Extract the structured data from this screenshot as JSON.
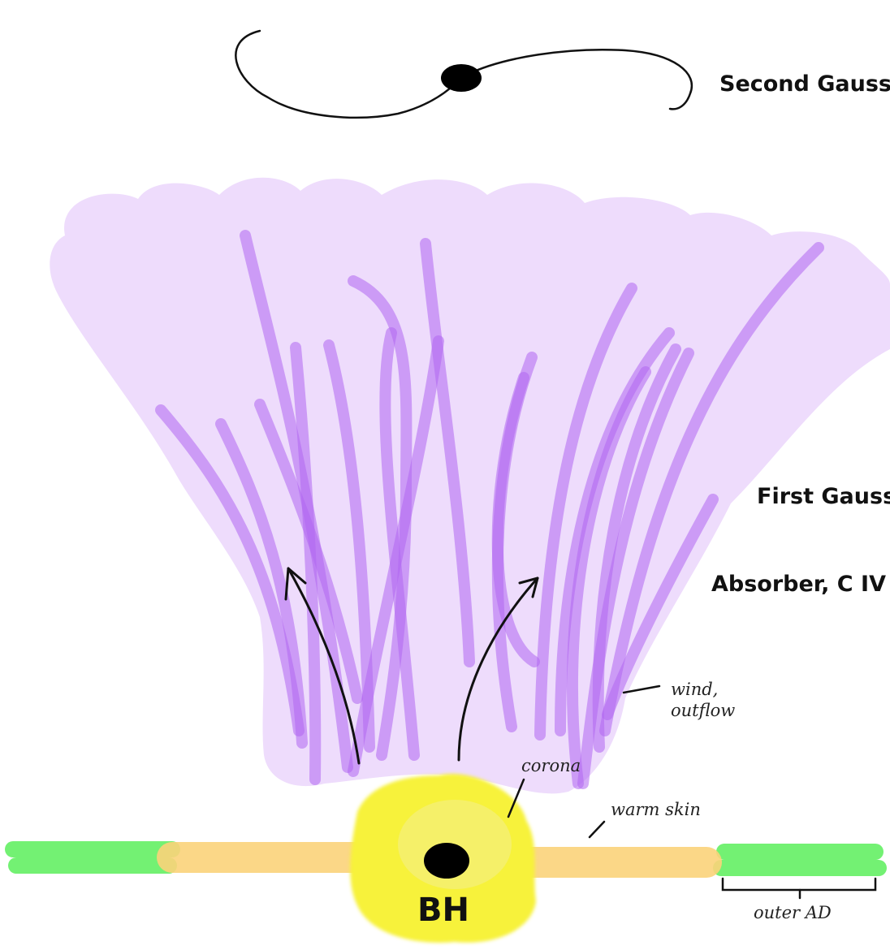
{
  "labels": {
    "second_gauss": "Second Gauss",
    "first_gauss": "First Gauss",
    "absorber": "Absorber, C IV",
    "wind_line1": "wind,",
    "wind_line2": "outflow",
    "corona": "corona",
    "warm_skin": "warm skin",
    "black_hole": "BH",
    "outer_ad": "outer AD"
  },
  "colors": {
    "cloud": "#eedcfc",
    "streamline": "#b066f0",
    "corona": "#f7f23a",
    "warm_skin": "#fbd37a",
    "outer_disk": "#6cf06c",
    "black_hole": "#000000",
    "ink": "#111111"
  }
}
